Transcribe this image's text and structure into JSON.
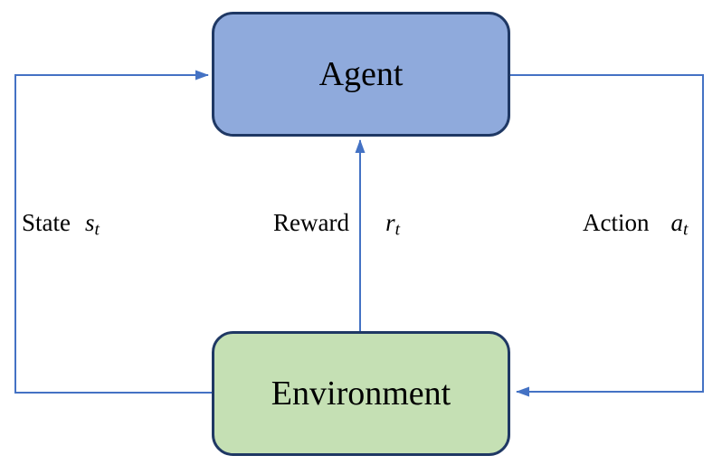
{
  "diagram": {
    "background": "#ffffff",
    "arrow_color": "#4472C4",
    "nodes": {
      "agent": {
        "label": "Agent",
        "fill": "#8FAADC",
        "stroke": "#1F3864"
      },
      "environment": {
        "label": "Environment",
        "fill": "#C5E0B4",
        "stroke": "#1F3864"
      }
    },
    "edges": {
      "state": {
        "label": "State",
        "variable": "s",
        "subscript": "t"
      },
      "reward": {
        "label": "Reward",
        "variable": "r",
        "subscript": "t"
      },
      "action": {
        "label": "Action",
        "variable": "a",
        "subscript": "t"
      }
    }
  }
}
